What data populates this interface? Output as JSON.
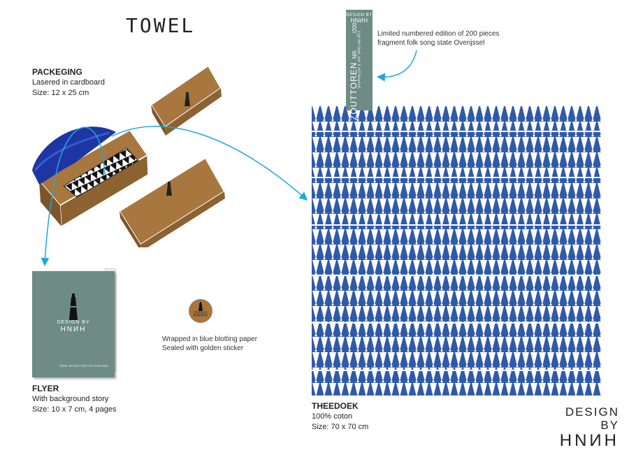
{
  "header": {
    "title": "TOWEL"
  },
  "packaging": {
    "heading": "PACKEGING",
    "line1": "Lasered in cardboard",
    "line2": "Size: 12 x 25 cm"
  },
  "tag": {
    "brand_top": "DESIGN BY",
    "brand_bottom": "HNИH",
    "name": "ZOUTTOREN",
    "nr_label": "NR.",
    "nr_total": "/200",
    "line2": "Ligt het land, dat 'k stil bespied."
  },
  "edition_note": {
    "line1": "Limited numbered edition of 200 pieces",
    "line2": "fragment folk song state Overijssel"
  },
  "flyer": {
    "heading": "FLYER",
    "line1": "With background story",
    "line2": "Size: 10 x 7 cm, 4 pages",
    "brand_top": "DESIGN BY",
    "brand_bottom": "HNИH",
    "quote": "Daar de koerr'fan in't verschiet."
  },
  "sticker": {
    "brand_top": "DESIGN BY",
    "brand_bottom": "HNИH",
    "line1": "Wrapped in blue blotting paper",
    "line2": "Sealed with golden sticker"
  },
  "towel": {
    "heading": "THEEDOEK",
    "line1": "100% coton",
    "line2": "Size: 70 x 70 cm",
    "pattern_color": "#2f5aa8"
  },
  "brand": {
    "line1": "DESIGN BY",
    "line2": "HNИH"
  },
  "colors": {
    "cardboard": "#a7773f",
    "sage": "#6e8b86",
    "arrow": "#1fa7dd",
    "blue": "#2f5aa8"
  }
}
